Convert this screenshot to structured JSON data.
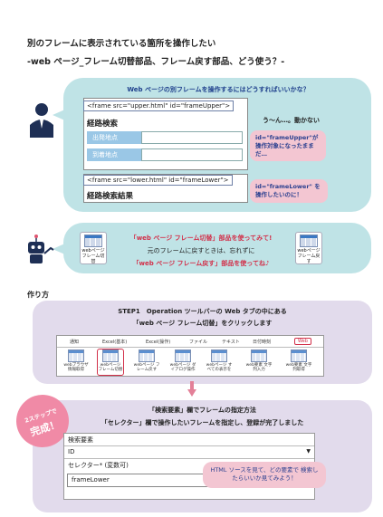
{
  "header": {
    "title_line1": "別のフレームに表示されている箇所を操作したい",
    "title_line2": "-web ページ_フレーム切替部品、フレーム戻す部品、どう使う？-"
  },
  "question": {
    "heading": "Web ページの別フレームを操作するにはどうすればいいかな？",
    "frame_upper_tag": "<frame src=\"upper.html\"  id=\"frameUpper\">",
    "route_title": "経路検索",
    "field_departure": "出発地点",
    "field_arrival": "到着地点",
    "reaction": "う〜ん…。動かない",
    "note_upper": "id=\"frameUpper\"が操作対象になったままだ…",
    "frame_lower_tag": "<frame src=\"lower.html\"  id=\"frameLower\">",
    "route_result_title": "経路検索結果",
    "note_lower": "id=\"frameLower\" を操作したいのに！"
  },
  "answer": {
    "line1": "「web ページ フレーム切替」部品を使ってみて!",
    "line2": "元のフレームに戻すときは、忘れずに",
    "line3": "「web ページ フレーム戻す」部品を使ってね♪",
    "icon_left_label": "webページ フレーム切替",
    "icon_right_label": "webページ フレーム戻す"
  },
  "howto": {
    "heading": "作り方",
    "step1_line1": "STEP1　Operation ツールバーの Web タブの中にある",
    "step1_line2": "「web ページ フレーム切替」をクリックします",
    "toolbar_tabs": [
      "通知",
      "Excel(基本)",
      "Excel(操作)",
      "ファイル",
      "テキスト",
      "日付時刻",
      "Web"
    ],
    "toolbar_items": [
      "webブラウザ 情報取得",
      "webページ フレーム切替",
      "webページ フレーム戻す",
      "webページ ダイアログ操作",
      "webページ すべての表示を",
      "web要素 文字列入力",
      "web要素 文字列取得"
    ],
    "step2_line1": "「検索要素」欄でフレームの指定方法",
    "step2_line2": "「セレクター」欄で操作したいフレームを指定し、登録が完了しました",
    "badge_line1": "2ステップで",
    "badge_line2": "完成！",
    "form_header": "検索要素",
    "form_select_value": "ID",
    "form_selector_label": "セレクター* (変数可)",
    "form_selector_value": "frameLower",
    "tip": "HTML ソースを見て、どの要素で 検索したらいいか見てみよう！"
  },
  "colors": {
    "bubble": "#bfe3e6",
    "lavender": "#e2dbec",
    "accent_red": "#d2304a",
    "accent_blue": "#1e3f8c"
  }
}
